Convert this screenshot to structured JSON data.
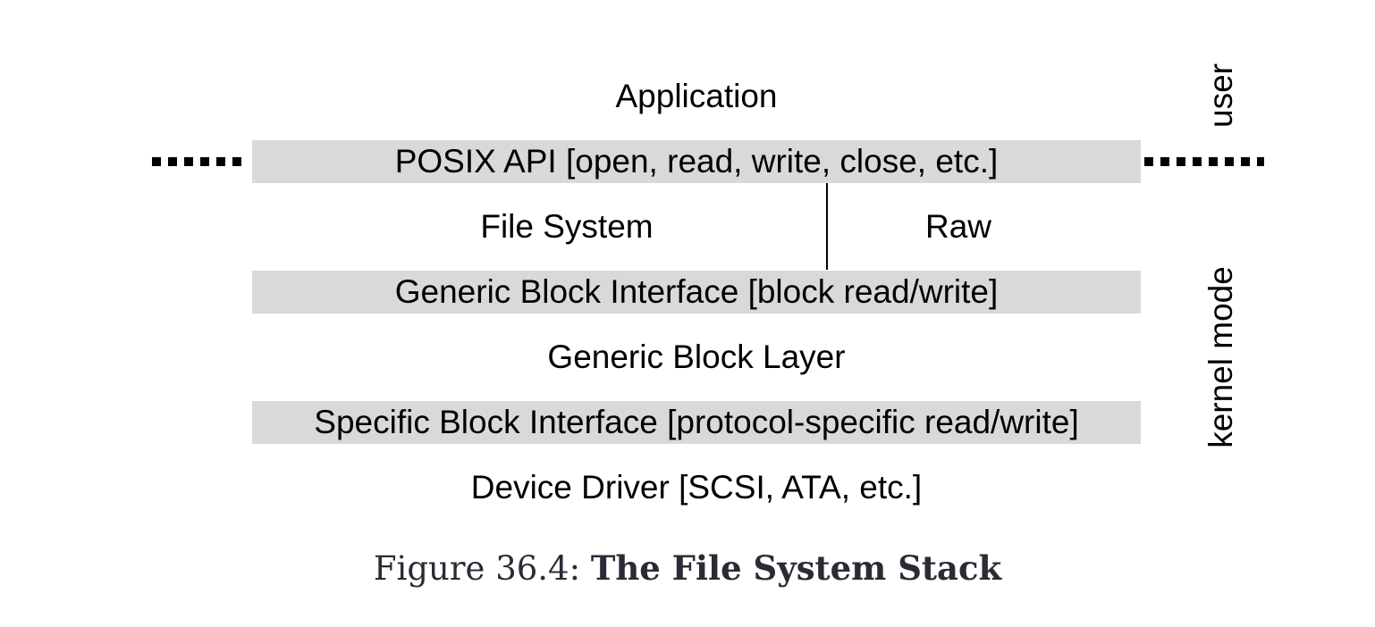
{
  "diagram": {
    "application_label": "Application",
    "posix_label": "POSIX API [open, read, write, close, etc.]",
    "file_system_label": "File System",
    "raw_label": "Raw",
    "generic_interface_label": "Generic Block Interface [block read/write]",
    "generic_layer_label": "Generic Block Layer",
    "specific_interface_label": "Specific Block Interface [protocol-specific read/write]",
    "device_driver_label": "Device Driver [SCSI, ATA, etc.]",
    "user_label": "user",
    "kernel_label": "kernel mode"
  },
  "caption": {
    "prefix": "Figure 36.4: ",
    "title": "The File System Stack"
  },
  "colors": {
    "band_fill": "#d9d9d9",
    "text": "#000000",
    "caption_text": "#2b2b36"
  }
}
